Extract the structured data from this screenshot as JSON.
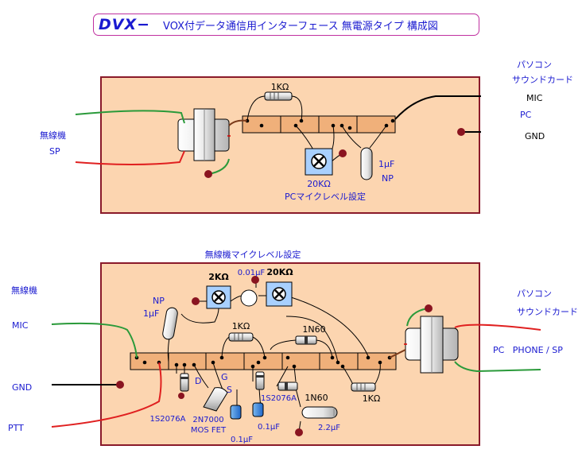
{
  "title": {
    "prefix": "DVX−",
    "main": "VOX付データ通信用インターフェース  無電源タイプ  構成図"
  },
  "top_board": {
    "left_side": {
      "line1": "無線機",
      "line2": "SP"
    },
    "right_side": {
      "header1": "パソコン",
      "header2": "サウンドカード",
      "mic": "MIC",
      "pc": "PC",
      "gnd": "GND"
    },
    "resistor": "1KΩ",
    "cap_value": "1μF",
    "cap_type": "NP",
    "pot_value": "20KΩ",
    "pot_desc": "PCマイクレベル設定"
  },
  "bottom_board": {
    "heading": "無線機マイクレベル設定",
    "left_side": {
      "header": "無線機",
      "mic": "MIC",
      "gnd": "GND",
      "ptt": "PTT"
    },
    "right_side": {
      "header1": "パソコン",
      "header2": "サウンドカード",
      "phone": "PC   PHONE / SP"
    },
    "pot1": "2KΩ",
    "cap_top": "0.01μF",
    "pot2": "20KΩ",
    "np_type": "NP",
    "np_value": "1μF",
    "res1": "1KΩ",
    "diode_top": "1N60",
    "fet_d": "D",
    "fet_g": "G",
    "fet_s": "S",
    "diode_s1": "1S2076A",
    "diode_s2": "1S2076A",
    "fet_part": "2N7000",
    "fet_type": "MOS FET",
    "cap_bl": "0.1μF",
    "cap_br": "0.1μF",
    "diode_mid": "1N60",
    "res2": "1KΩ",
    "cap_big": "2.2μF"
  }
}
